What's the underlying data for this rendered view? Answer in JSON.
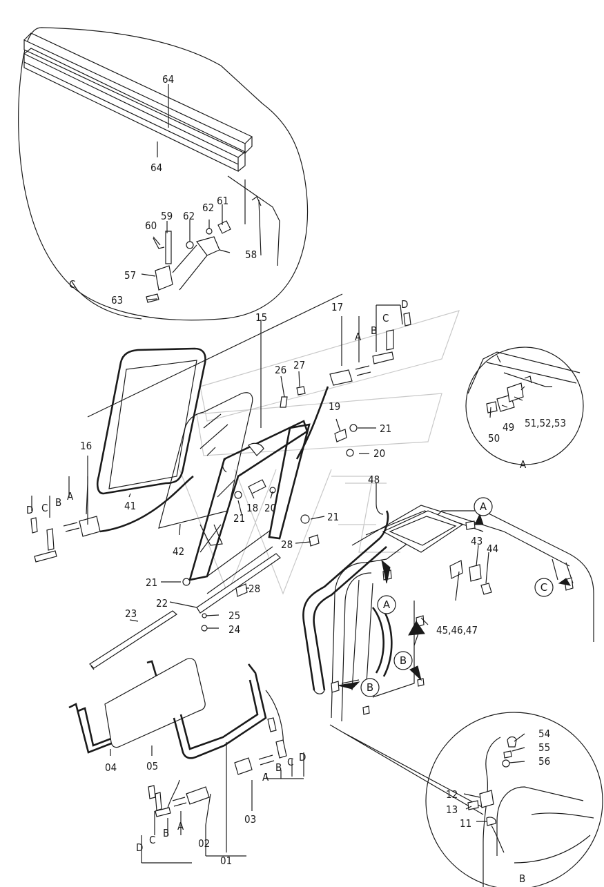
{
  "callouts": [
    "64",
    "64",
    "61",
    "62",
    "62",
    "59",
    "60",
    "58",
    "57",
    "63",
    "C",
    "15",
    "17",
    "D",
    "C",
    "B",
    "A",
    "26",
    "27",
    "19",
    "21",
    "20",
    "18",
    "20",
    "21",
    "21",
    "16",
    "D",
    "C",
    "B",
    "A",
    "41",
    "42",
    "28",
    "48",
    "21",
    "28",
    "22",
    "25",
    "24",
    "23",
    "04",
    "05",
    "03",
    "D",
    "C",
    "B",
    "A",
    "02",
    "D",
    "C",
    "B",
    "A",
    "01",
    "51,52,53",
    "49",
    "50",
    "A",
    "43",
    "44",
    "45,46,47",
    "54",
    "55",
    "56",
    "12",
    "13",
    "11",
    "B"
  ],
  "circled_refs": [
    "A",
    "A",
    "B",
    "B",
    "C"
  ]
}
